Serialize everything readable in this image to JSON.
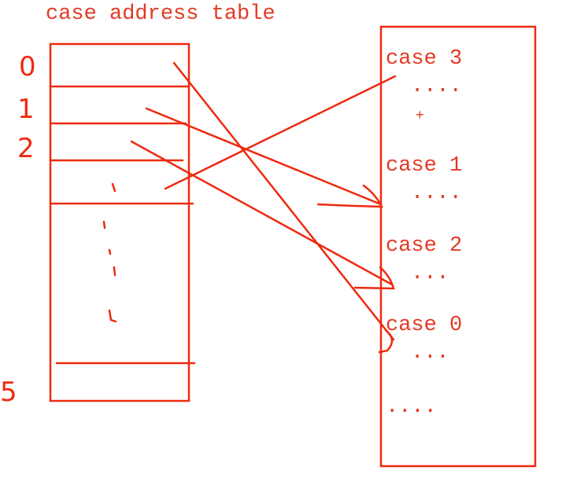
{
  "title": "case address table",
  "color": "#ee2a10",
  "table_indices": [
    "0",
    "1",
    "2",
    "5"
  ],
  "code_block": [
    {
      "label": "case 3",
      "body": "...."
    },
    {
      "label": "case 1",
      "body": "...."
    },
    {
      "label": "case 2",
      "body": "..."
    },
    {
      "label": "case 0",
      "body": "..."
    }
  ],
  "plus_mark": "+",
  "trailing": "...."
}
